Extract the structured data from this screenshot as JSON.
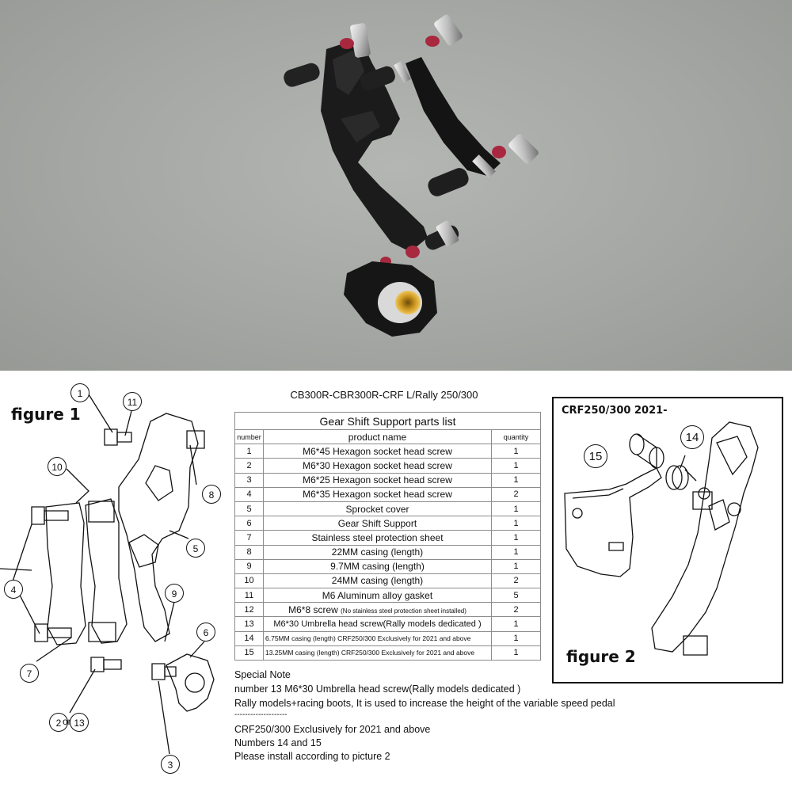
{
  "figure1": {
    "title": "figure 1",
    "callouts": [
      "1",
      "11",
      "10",
      "8",
      "4",
      "5",
      "9",
      "6",
      "7",
      "2",
      "13",
      "3"
    ],
    "callout_or": "or"
  },
  "model_title": "CB300R-CBR300R-CRF L/Rally 250/300",
  "parts_table": {
    "caption": "Gear Shift Support parts list",
    "headers": {
      "number": "number",
      "product_name": "product name",
      "quantity": "quantity"
    },
    "rows": [
      {
        "number": "1",
        "name": "M6*45 Hexagon socket head screw",
        "quantity": "1"
      },
      {
        "number": "2",
        "name": "M6*30 Hexagon socket head screw",
        "quantity": "1"
      },
      {
        "number": "3",
        "name": "M6*25 Hexagon socket head screw",
        "quantity": "1"
      },
      {
        "number": "4",
        "name": "M6*35 Hexagon socket head screw",
        "quantity": "2"
      },
      {
        "number": "5",
        "name": "Sprocket cover",
        "quantity": "1"
      },
      {
        "number": "6",
        "name": "Gear Shift Support",
        "quantity": "1"
      },
      {
        "number": "7",
        "name": "Stainless steel protection sheet",
        "quantity": "1"
      },
      {
        "number": "8",
        "name": "22MM casing (length)",
        "quantity": "1"
      },
      {
        "number": "9",
        "name": "9.7MM casing (length)",
        "quantity": "1"
      },
      {
        "number": "10",
        "name": "24MM casing (length)",
        "quantity": "2"
      },
      {
        "number": "11",
        "name": "M6 Aluminum alloy gasket",
        "quantity": "5"
      },
      {
        "number": "12",
        "name": "M6*8 screw",
        "name_note": "(No stainless steel protection sheet installed)",
        "quantity": "2"
      },
      {
        "number": "13",
        "name": "M6*30 Umbrella head screw(Rally models dedicated )",
        "quantity": "1"
      },
      {
        "number": "14",
        "name": "6.75MM casing (length) CRF250/300 Exclusively for 2021 and above",
        "quantity": "1"
      },
      {
        "number": "15",
        "name": "13.25MM casing (length) CRF250/300 Exclusively for 2021 and above",
        "quantity": "1"
      }
    ]
  },
  "special_note": {
    "lines": [
      "Special Note",
      "number 13 M6*30 Umbrella head screw(Rally models dedicated )",
      "Rally models+racing boots, It is used to increase the height of the variable speed pedal",
      "--------------------",
      "CRF250/300 Exclusively for 2021 and above",
      "Numbers 14 and 15",
      "Please install according to picture 2"
    ]
  },
  "figure2": {
    "heading": "CRF250/300 2021-",
    "title": "figure 2",
    "callouts": [
      "15",
      "14"
    ]
  },
  "colors": {
    "background_render": "#a5a7a4",
    "bracket": "#1a1a1a",
    "washer_red": "#a8283f",
    "bushing_gold": "#c9941c"
  }
}
